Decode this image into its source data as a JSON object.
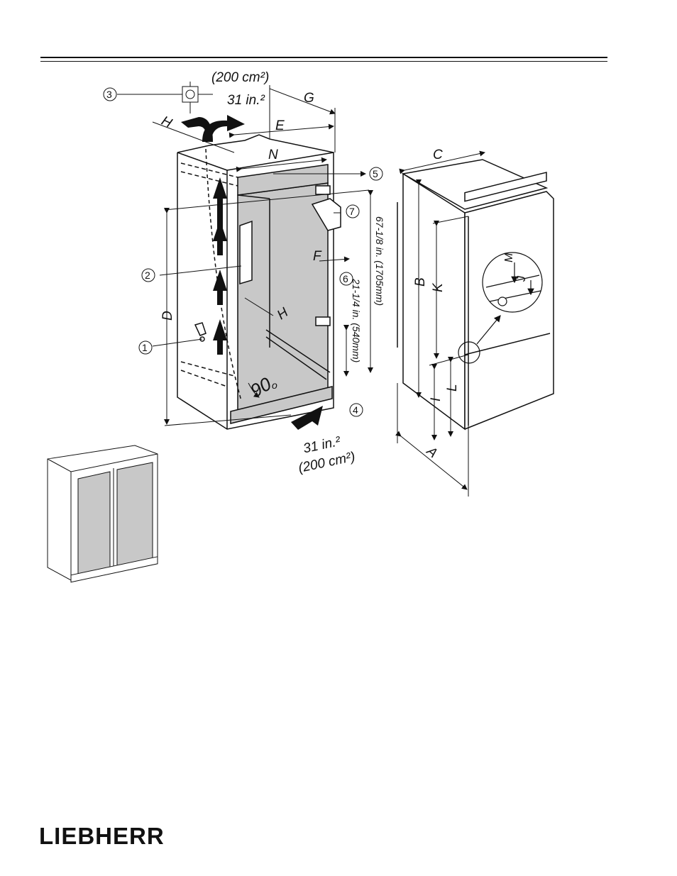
{
  "header": {
    "rule_color": "#111111"
  },
  "vent_top": {
    "area_in": "31 in.²",
    "area_cm": "(200 cm²)"
  },
  "vent_bottom": {
    "area_in": "31 in.²",
    "area_cm": "(200 cm²)"
  },
  "dimensions": {
    "A": "A",
    "B": "B",
    "C": "C",
    "D": "D",
    "E": "E",
    "F": "F",
    "G": "G",
    "H": "H",
    "I": "I",
    "J": "J",
    "K": "K",
    "L": "L",
    "M": "M",
    "N": "N",
    "height_total": "67-1/8 in. (1705mm)",
    "height_lower": "21-1/4 in. (540mm)",
    "angle": "90",
    "degree": "o"
  },
  "callouts": [
    "1",
    "2",
    "3",
    "4",
    "5",
    "6",
    "7"
  ],
  "brand": {
    "logo_text": "LIEBHERR"
  },
  "colors": {
    "cabinet_inner": "#c8c8c8",
    "cabinet_outer": "#ffffff",
    "ink": "#111111"
  }
}
